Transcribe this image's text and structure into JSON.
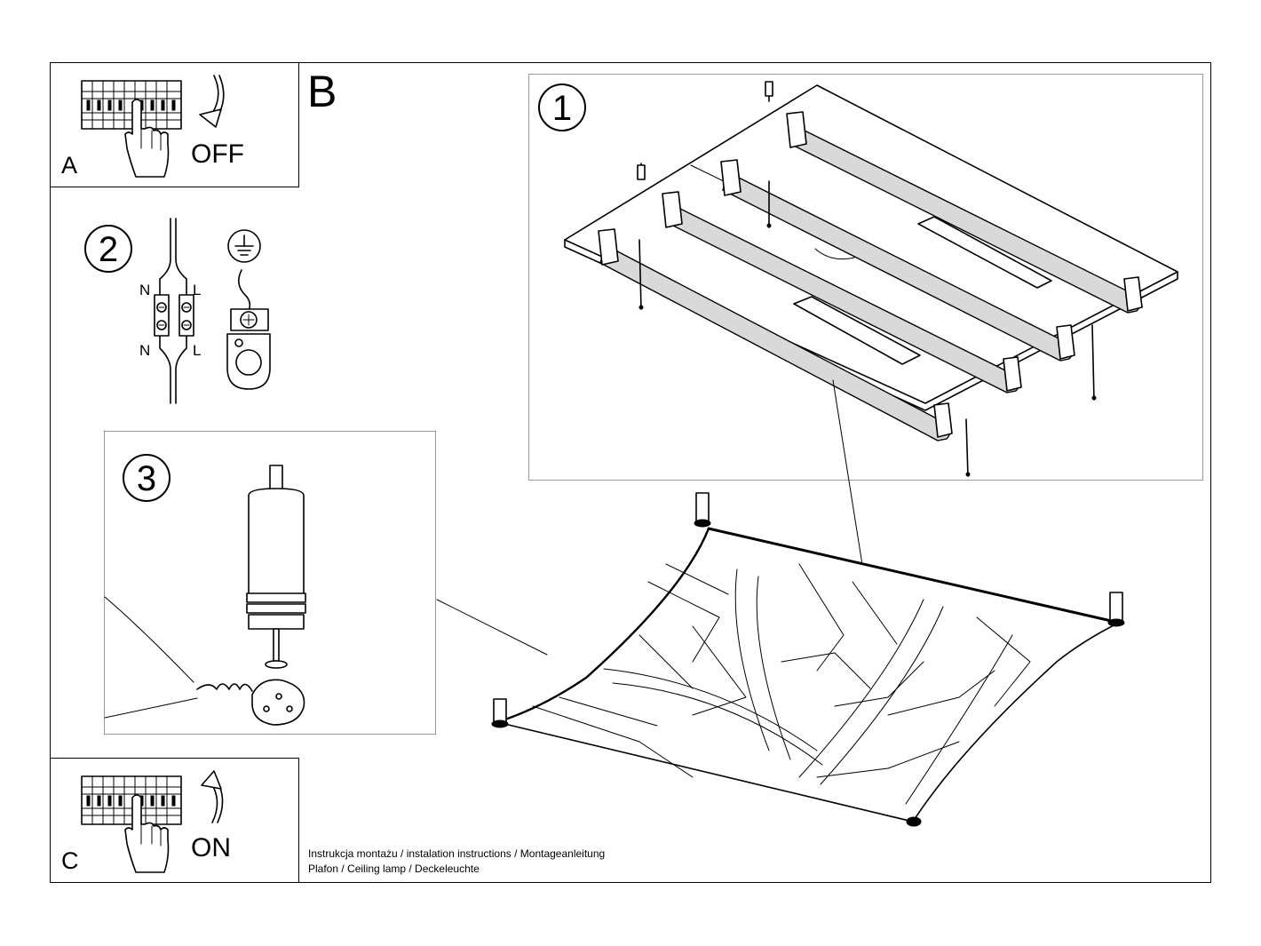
{
  "panels": {
    "a": {
      "letter": "A",
      "switch_word": "OFF"
    },
    "b": {
      "letter": "B"
    },
    "c": {
      "letter": "C",
      "switch_word": "ON"
    }
  },
  "steps": {
    "one": "1",
    "two": "2",
    "three": "3"
  },
  "wiring": {
    "top_left": "N",
    "top_right": "L",
    "bottom_left": "N",
    "bottom_right": "L"
  },
  "caption": {
    "line1": "Instrukcja montażu / instalation instructions / Montageanleitung",
    "line2": "Plafon / Ceiling lamp / Deckeleuchte"
  },
  "icons": {
    "breaker": "circuit-breaker-icon",
    "hand": "pointing-hand-icon",
    "arrow": "curved-arrow-icon",
    "ground": "ground-symbol-icon"
  }
}
